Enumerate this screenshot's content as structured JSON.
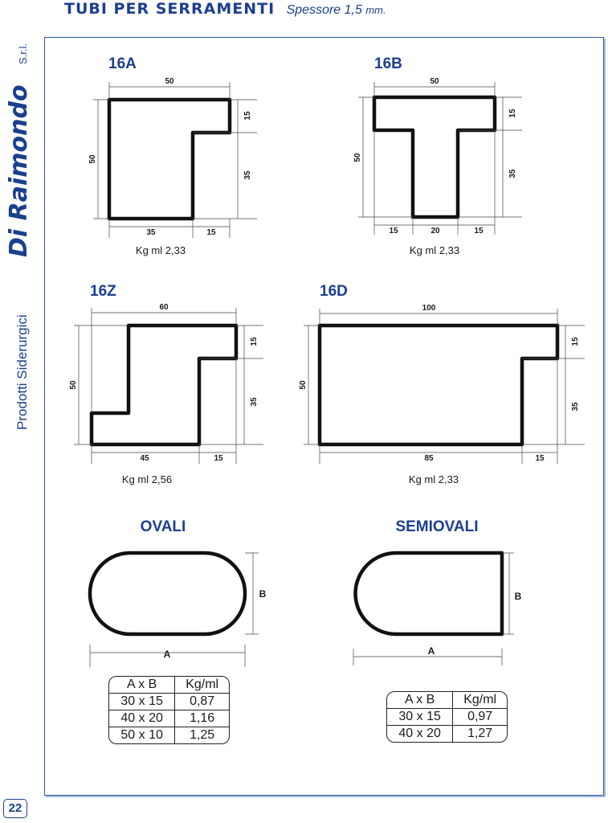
{
  "header": {
    "title": "TUBI PER SERRAMENTI",
    "subtitle": "Spessore 1,5",
    "unit": "mm."
  },
  "brand": {
    "name": "Di Raimondo",
    "suffix": "S.r.l.",
    "tagline": "Prodotti Siderurgici"
  },
  "page_number": "22",
  "profiles": [
    {
      "code": "16A",
      "dims": [
        "50",
        "15",
        "35",
        "50",
        "35",
        "15"
      ],
      "weight": "Kg ml 2,33"
    },
    {
      "code": "16B",
      "dims": [
        "50",
        "15",
        "35",
        "50",
        "15",
        "20",
        "15"
      ],
      "weight": "Kg ml 2,33"
    },
    {
      "code": "16Z",
      "dims": [
        "60",
        "15",
        "35",
        "50",
        "45",
        "15"
      ],
      "weight": "Kg ml 2,56"
    },
    {
      "code": "16D",
      "dims": [
        "100",
        "15",
        "35",
        "50",
        "85",
        "15"
      ],
      "weight": "Kg ml 2,33"
    }
  ],
  "ovali": {
    "title": "OVALI",
    "label_a": "A",
    "label_b": "B",
    "table": {
      "headers": [
        "A x B",
        "Kg/ml"
      ],
      "rows": [
        [
          "30 x 15",
          "0,87"
        ],
        [
          "40 x 20",
          "1,16"
        ],
        [
          "50 x 10",
          "1,25"
        ]
      ]
    }
  },
  "semiovali": {
    "title": "SEMIOVALI",
    "label_a": "A",
    "label_b": "B",
    "table": {
      "headers": [
        "A x B",
        "Kg/ml"
      ],
      "rows": [
        [
          "30 x 15",
          "0,97"
        ],
        [
          "40 x 20",
          "1,27"
        ]
      ]
    }
  }
}
